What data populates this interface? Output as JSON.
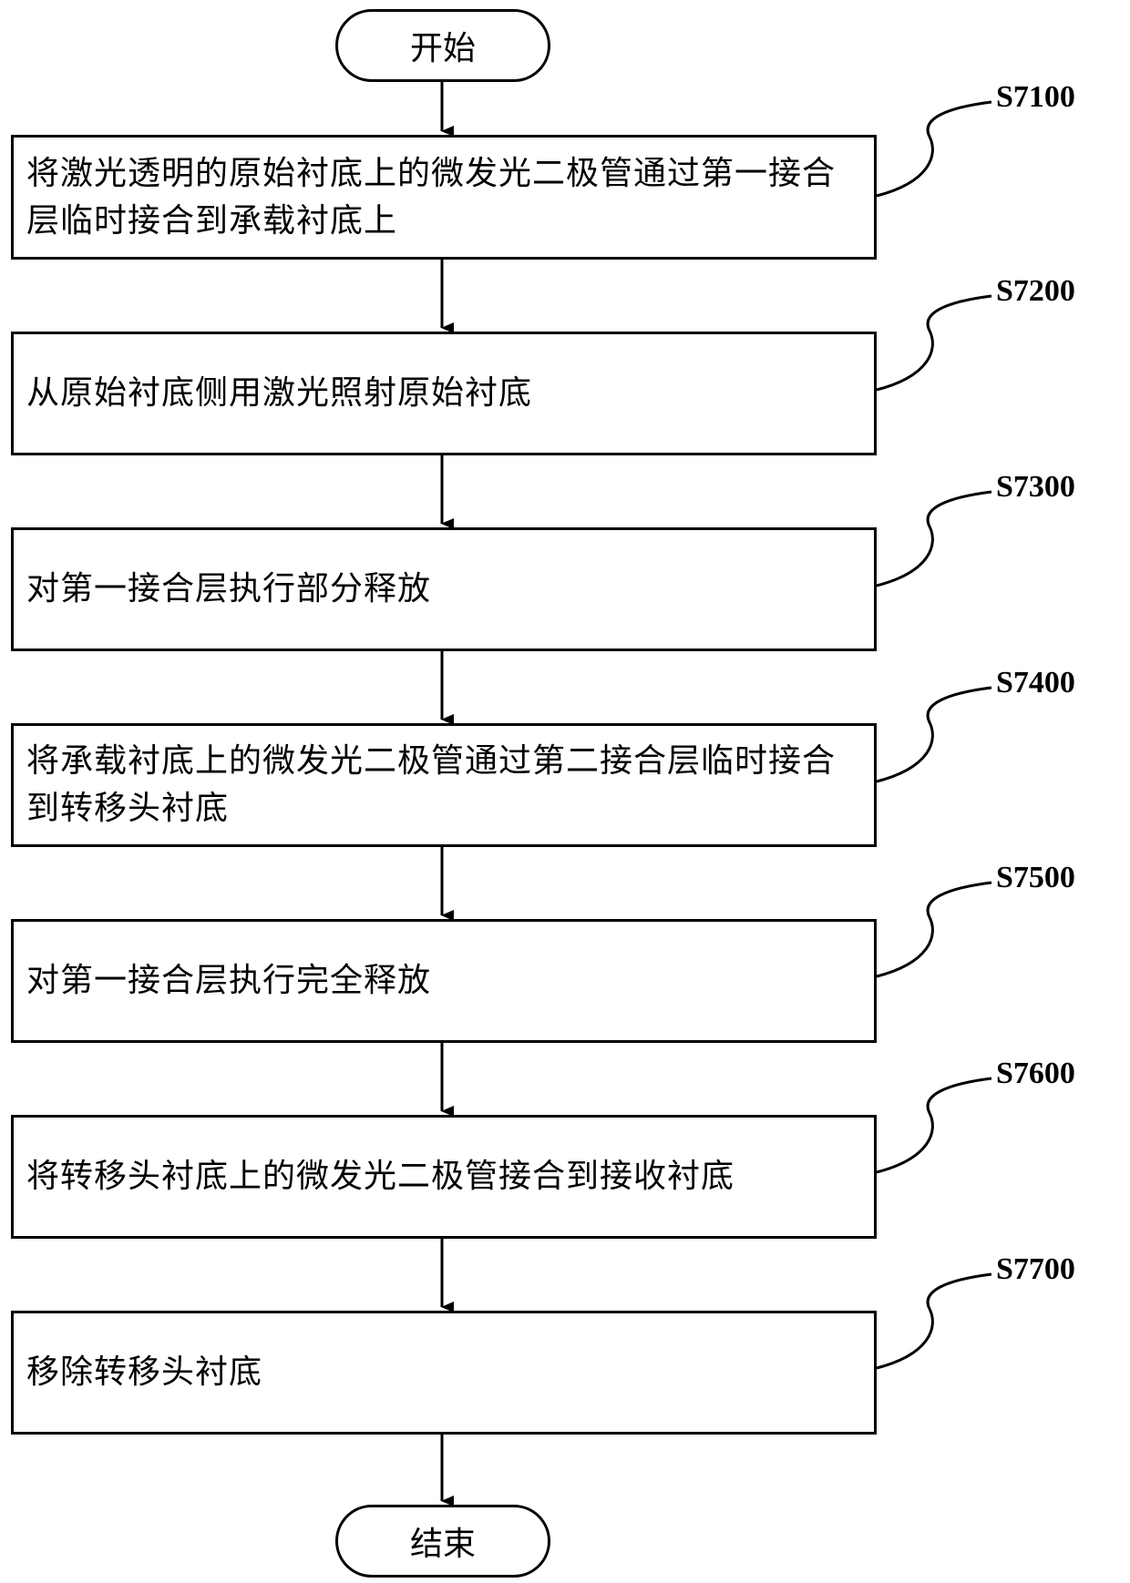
{
  "start": {
    "label": "开始"
  },
  "end": {
    "label": "结束"
  },
  "steps": [
    {
      "id": "S7100",
      "text": "将激光透明的原始衬底上的微发光二极管通过第一接合层临时接合到承载衬底上"
    },
    {
      "id": "S7200",
      "text": "从原始衬底侧用激光照射原始衬底"
    },
    {
      "id": "S7300",
      "text": "对第一接合层执行部分释放"
    },
    {
      "id": "S7400",
      "text": "将承载衬底上的微发光二极管通过第二接合层临时接合到转移头衬底"
    },
    {
      "id": "S7500",
      "text": "对第一接合层执行完全释放"
    },
    {
      "id": "S7600",
      "text": "将转移头衬底上的微发光二极管接合到接收衬底"
    },
    {
      "id": "S7700",
      "text": "移除转移头衬底"
    }
  ]
}
